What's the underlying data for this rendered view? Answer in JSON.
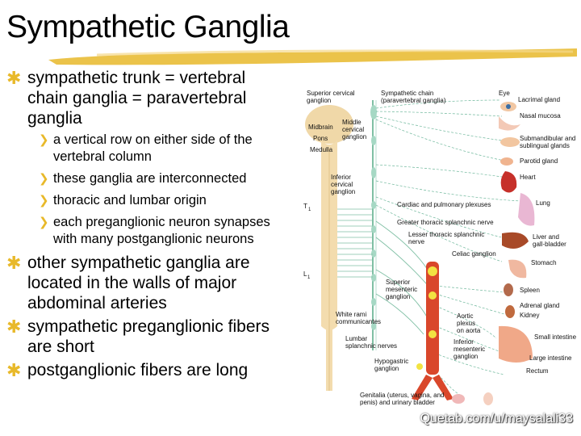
{
  "slide": {
    "title": "Sympathetic Ganglia",
    "accent_color": "#e8b92a",
    "bullets": [
      {
        "text": "sympathetic trunk = vertebral chain ganglia = paravertebral ganglia",
        "subs": [
          "a vertical row on either side of the vertebral column",
          "these ganglia are interconnected",
          "thoracic and lumbar origin",
          "each preganglionic neuron synapses with many postganglionic neurons"
        ]
      },
      {
        "text": "other sympathetic ganglia are located in the walls of major abdominal arteries"
      },
      {
        "text": "sympathetic preganglionic fibers are short"
      },
      {
        "text": "postganglionic fibers are long"
      }
    ]
  },
  "diagram": {
    "labels": {
      "superior_cervical": [
        "Superior cervical",
        "ganglion"
      ],
      "sympathetic_chain": [
        "Sympathetic chain",
        "(paravertebral ganglia)"
      ],
      "midbrain": "Midbrain",
      "pons": "Pons",
      "medulla": "Medulla",
      "middle_cervical": [
        "Middle",
        "cervical",
        "ganglion"
      ],
      "inferior_cervical": [
        "Inferior",
        "cervical",
        "ganglion"
      ],
      "t1": "T",
      "l1": "L",
      "cardiac_plexuses": "Cardiac and pulmonary plexuses",
      "greater_thoracic": "Greater thoracic splanchnic nerve",
      "lesser_thoracic": [
        "Lesser thoracic splanchnic",
        "nerve"
      ],
      "celiac": "Celiac ganglion",
      "superior_mesenteric": [
        "Superior",
        "mesenteric",
        "ganglion"
      ],
      "white_rami": [
        "White rami",
        "communicantes"
      ],
      "aortic_plexus": [
        "Aortic",
        "plexus",
        "on aorta"
      ],
      "lumbar_splanchnic": [
        "Lumbar",
        "splanchnic nerves"
      ],
      "inferior_mesenteric": [
        "Inferior",
        "mesenteric",
        "ganglion"
      ],
      "hypogastric": [
        "Hypogastric",
        "ganglion"
      ],
      "genitalia": [
        "Genitalia (uterus, vagina, and",
        "penis) and urinary bladder"
      ]
    },
    "organs": {
      "eye": "Eye",
      "lacrimal": "Lacrimal gland",
      "nasal": "Nasal mucosa",
      "submandibular": [
        "Submandibular and",
        "sublingual glands"
      ],
      "parotid": "Parotid gland",
      "heart": "Heart",
      "lung": "Lung",
      "liver": [
        "Liver and",
        "gall-bladder"
      ],
      "stomach": "Stomach",
      "spleen": "Spleen",
      "adrenal": "Adrenal gland",
      "kidney": "Kidney",
      "small_intestine": "Small intestine",
      "large_intestine": "Large intestine",
      "rectum": "Rectum"
    }
  },
  "watermark": "Quetab.com/u/maysalali33"
}
